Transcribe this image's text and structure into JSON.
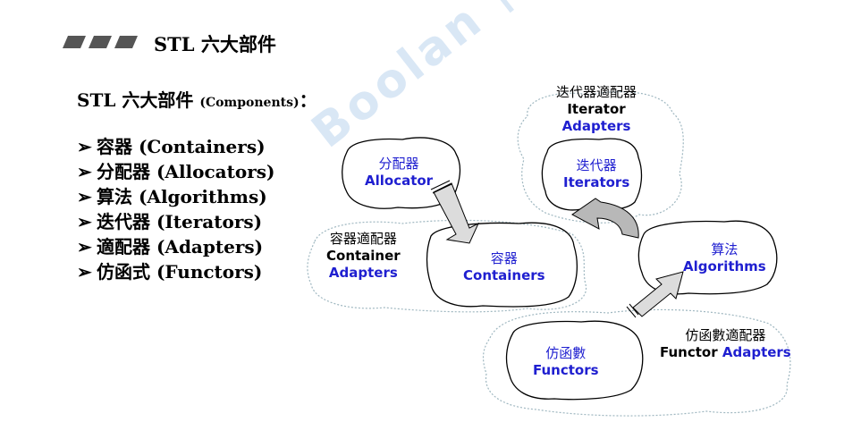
{
  "header": {
    "title": "STL 六大部件"
  },
  "subtitle": {
    "main": "STL 六大部件",
    "small": "(Components)",
    "colon": "："
  },
  "components": [
    "容器 (Containers)",
    "分配器 (Allocators)",
    "算法 (Algorithms)",
    "迭代器 (Iterators)",
    "適配器 (Adapters)",
    "仿函式 (Functors)"
  ],
  "diagram": {
    "iterator_adapters": {
      "cn": "迭代器適配器",
      "en1": "Iterator",
      "en2": "Adapters"
    },
    "iterators": {
      "cn": "迭代器",
      "en": "Iterators"
    },
    "allocator": {
      "cn": "分配器",
      "en": "Allocator"
    },
    "container_adapters": {
      "cn": "容器適配器",
      "en1": "Container",
      "en2": "Adapters"
    },
    "containers": {
      "cn": "容器",
      "en": "Containers"
    },
    "algorithms": {
      "cn": "算法",
      "en": "Algorithms"
    },
    "functors": {
      "cn": "仿函數",
      "en": "Functors"
    },
    "functor_adapters": {
      "cn": "仿函數適配器",
      "en1": "Functor",
      "en2": "Adapters"
    }
  },
  "watermark": "Boolan 博览网",
  "colors": {
    "label_blue": "#1f1fd0",
    "cloud_stroke": "#9fb7c0",
    "box_stroke": "#000000"
  }
}
